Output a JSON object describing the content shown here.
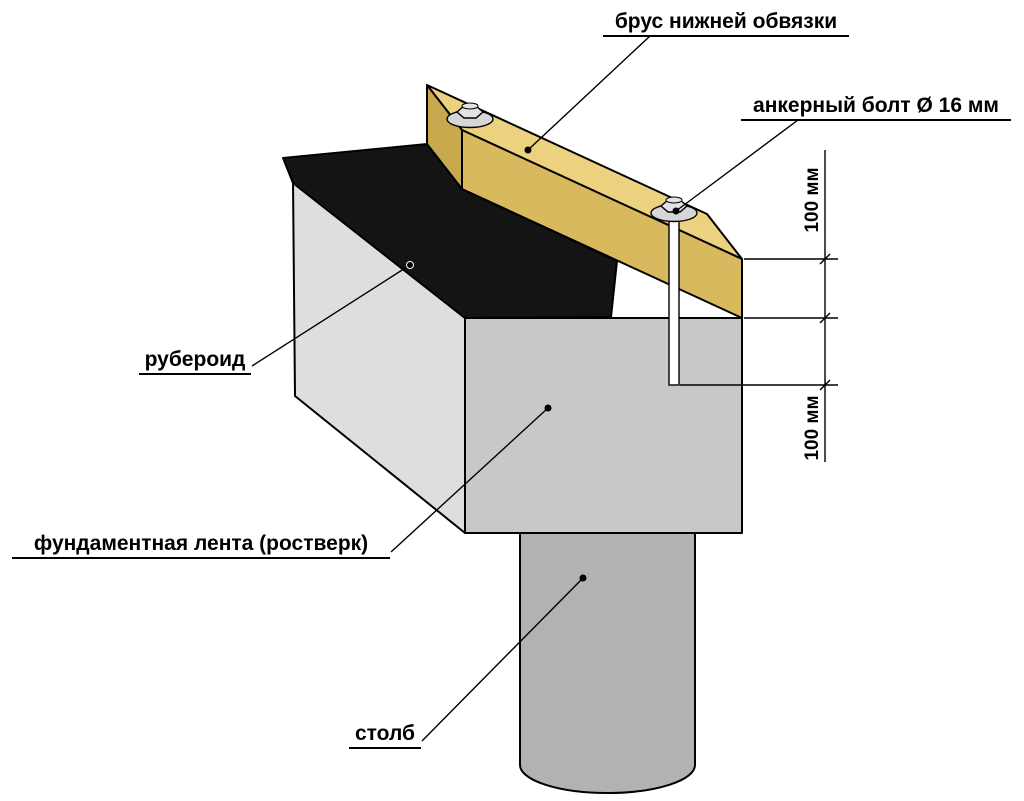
{
  "diagram": {
    "labels": {
      "beam": "брус нижней обвязки",
      "anchor_bolt": "анкерный болт Ø 16 мм",
      "felt": "рубероид",
      "grillage": "фундаментная лента (ростверк)",
      "post": "столб"
    },
    "dimensions": {
      "bolt_top": "100 мм",
      "bolt_embed": "100 мм"
    },
    "colors": {
      "beam_top": "#ecd27e",
      "beam_front": "#d9b95e",
      "beam_end": "#c9a94e",
      "felt": "#141414",
      "concrete_front": "#c8c8c8",
      "concrete_left": "#dedede",
      "post": "#b2b2b2",
      "bolt_metal": "#e3e3e3",
      "washer_metal": "#d6d6d6",
      "line": "#000000"
    }
  }
}
